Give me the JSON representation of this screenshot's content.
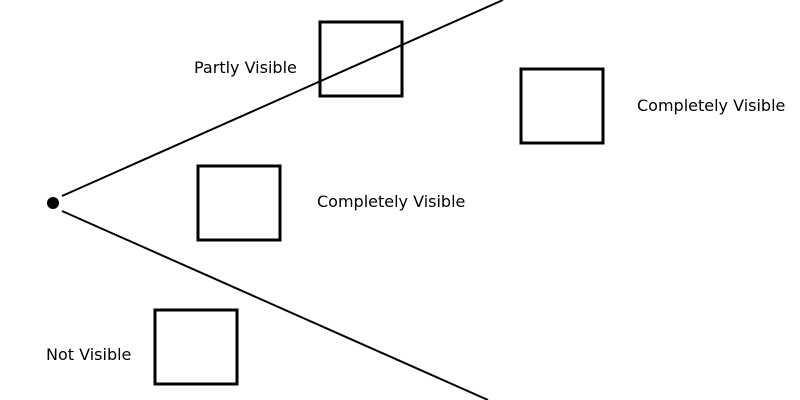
{
  "labels": {
    "partly": "Partly Visible",
    "completely_top": "Completely Visible",
    "completely_middle": "Completely Visible",
    "not": "Not Visible"
  }
}
